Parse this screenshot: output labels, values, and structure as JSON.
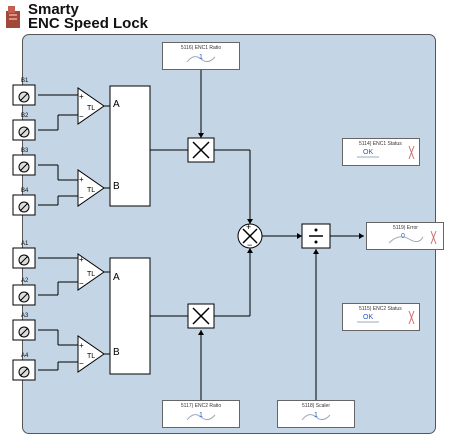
{
  "header": {
    "title": "Smarty",
    "subtitle": "ENC Speed Lock"
  },
  "terminals": [
    {
      "label": "B1"
    },
    {
      "label": "B2"
    },
    {
      "label": "B3"
    },
    {
      "label": "B4"
    },
    {
      "label": "A1"
    },
    {
      "label": "A2"
    },
    {
      "label": "A3"
    },
    {
      "label": "A4"
    }
  ],
  "blocks": {
    "upper_a": "A",
    "upper_b": "B",
    "lower_a": "A",
    "lower_b": "B"
  },
  "params": {
    "enc1_ratio": {
      "title": "5116) ENC1 Ratio",
      "value": "1"
    },
    "enc1_status": {
      "title": "5114) ENC1 Status",
      "value": "OK"
    },
    "error": {
      "title": "5119) Error",
      "value": "0"
    },
    "enc2_status": {
      "title": "5115) ENC2 Status",
      "value": "OK"
    },
    "enc2_ratio": {
      "title": "5117) ENC2 Ratio",
      "value": "1"
    },
    "scaler": {
      "title": "5118) Scaler",
      "value": "1"
    }
  },
  "colors": {
    "panel": "#c4d6e5",
    "value": "#2255cc",
    "status_x": "#d07070"
  }
}
